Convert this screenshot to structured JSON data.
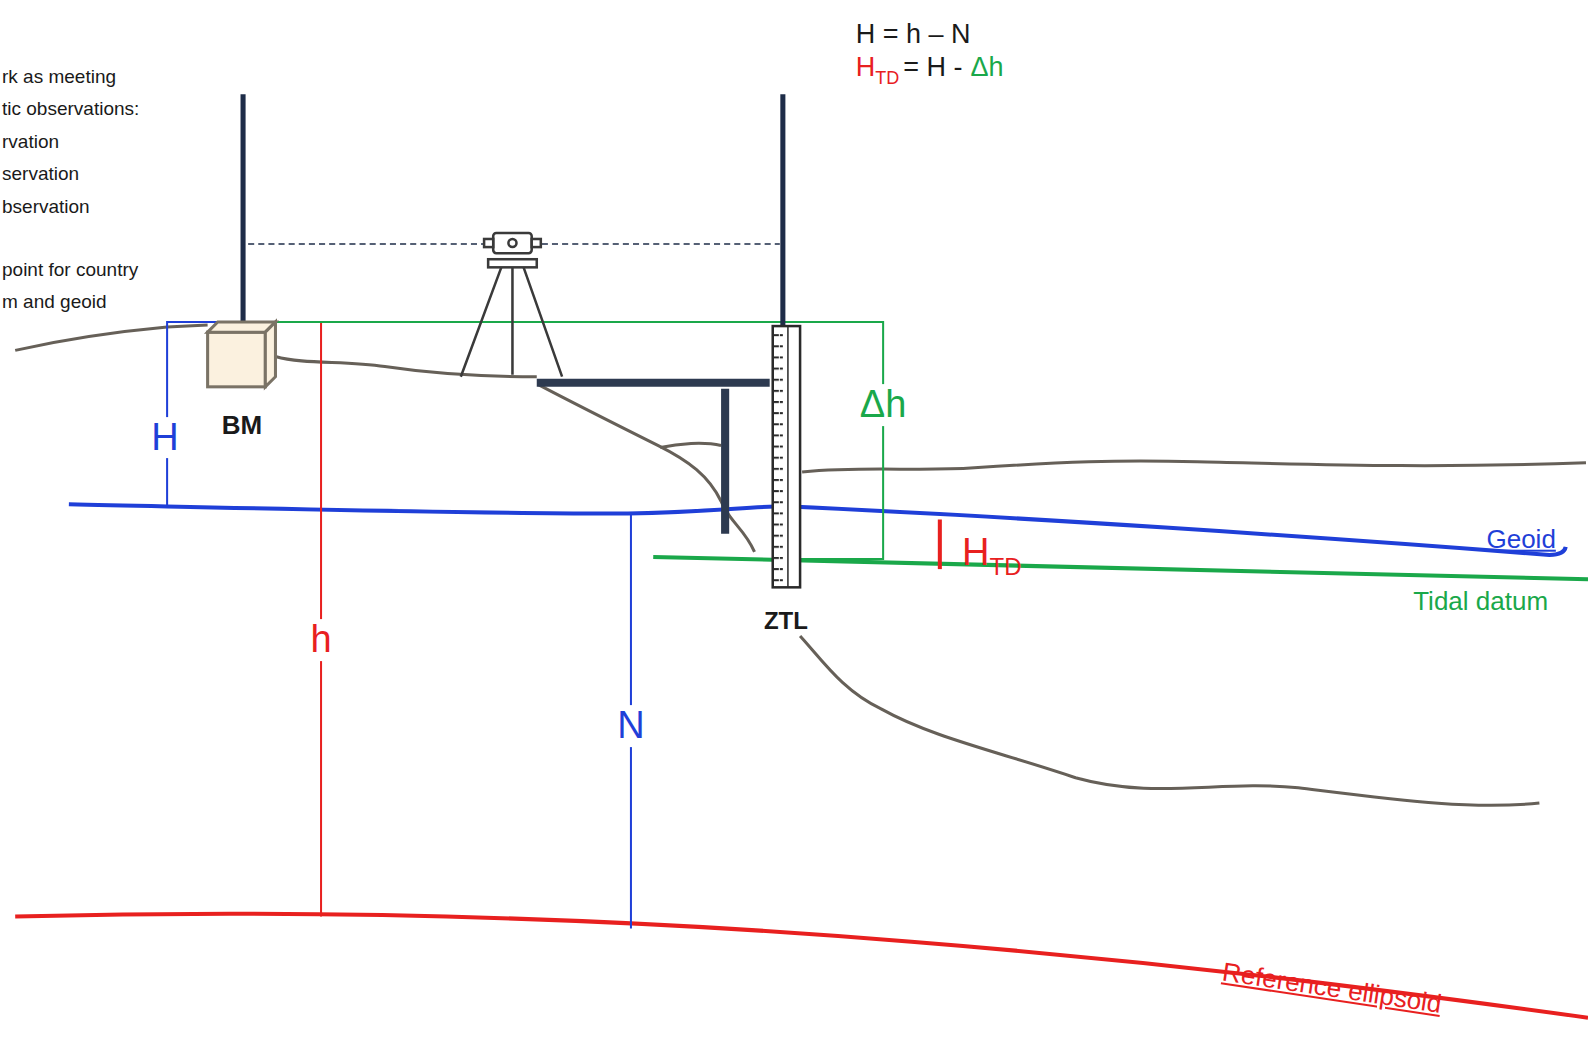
{
  "diagram": {
    "nodes": [
      {
        "text": [
          "BM"
        ]
      },
      {
        "text": [
          "ZTL"
        ]
      }
    ],
    "labels": [
      "rk as meeting",
      "tic observations:",
      "rvation",
      "servation",
      "bservation",
      "point for country",
      "m and geoid",
      "H = h – N",
      "H",
      "TD",
      "= H -",
      "Δh",
      "H",
      "h",
      "N",
      "Δh",
      "H",
      "TD",
      "Geoid",
      "Tidal datum",
      "Reference ellipsoid"
    ]
  }
}
